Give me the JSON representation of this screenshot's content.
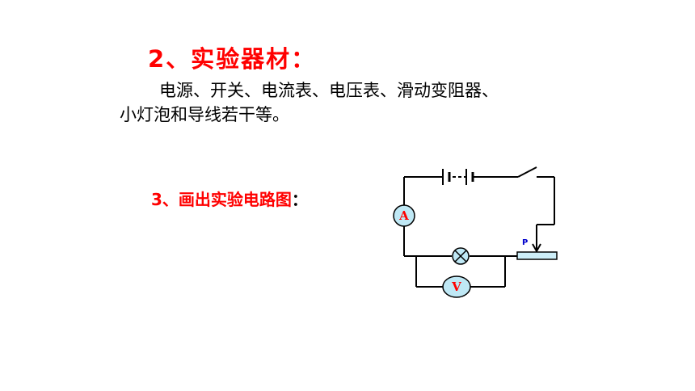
{
  "heading": "2、实验器材：",
  "materials": {
    "line1": "电源、开关、电流表、电压表、滑动变阻器、",
    "line2": "小灯泡和导线若干等。"
  },
  "circuit_section": {
    "title": "3、画出实验电路图",
    "colon": "："
  },
  "circuit": {
    "ammeter_label": "A",
    "voltmeter_label": "V",
    "rheostat_slider_label": "P",
    "colors": {
      "wire": "#000000",
      "meter_fill": "#bfe8f5",
      "meter_letter": "#ff0000",
      "rheostat_fill": "#cdeef8",
      "slider_label": "#0000cc",
      "heading": "#ff0000"
    }
  }
}
